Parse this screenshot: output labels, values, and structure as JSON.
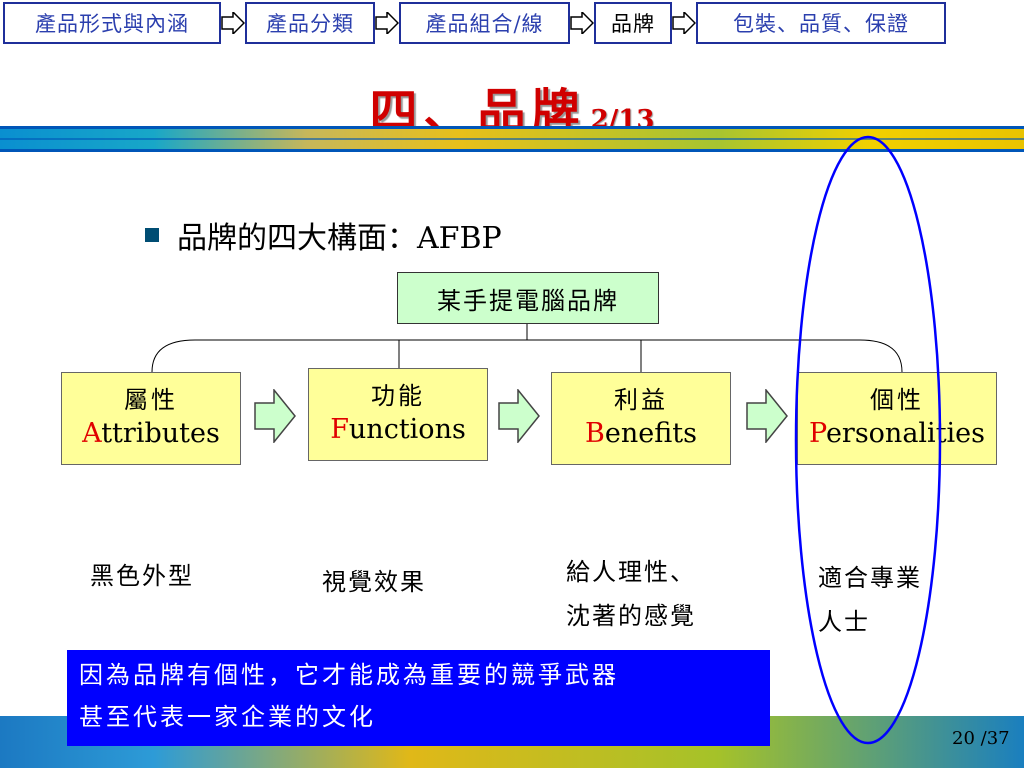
{
  "nav": {
    "tabs": [
      {
        "label": "產品形式與內涵",
        "active": false
      },
      {
        "label": "產品分類",
        "active": false
      },
      {
        "label": "產品組合/線",
        "active": false
      },
      {
        "label": "品牌",
        "active": true
      },
      {
        "label": "包裝、品質、保證",
        "active": false
      }
    ]
  },
  "slide": {
    "title": "四、品牌",
    "page_part": "2/13"
  },
  "bullet": {
    "text": "品牌的四大構面：AFBP"
  },
  "diagram": {
    "root": "某手提電腦品牌",
    "facets": [
      {
        "cn": "屬性",
        "en_first": "A",
        "en_rest": "ttributes",
        "example": "黑色外型"
      },
      {
        "cn": "功能",
        "en_first": "F",
        "en_rest": "unctions",
        "example": "視覺效果"
      },
      {
        "cn": "利益",
        "en_first": "B",
        "en_rest": "enefits",
        "example_line1": "給人理性、",
        "example_line2": "沈著的感覺"
      },
      {
        "cn": "個性",
        "en_first": "P",
        "en_rest": "ersonalities",
        "example_line1": "適合專業",
        "example_line2": "人士"
      }
    ]
  },
  "callout": {
    "line1": "因為品牌有個性，它才能成為重要的競爭武器",
    "line2": "甚至代表一家企業的文化"
  },
  "footer": {
    "page": "20 /37"
  },
  "colors": {
    "title_red": "#d00000",
    "nav_blue": "#1f2f9a",
    "callout_blue": "#0000ff",
    "facet_yellow": "#ffff99",
    "root_green": "#ccffcc",
    "ellipse_blue": "#0000ff"
  }
}
